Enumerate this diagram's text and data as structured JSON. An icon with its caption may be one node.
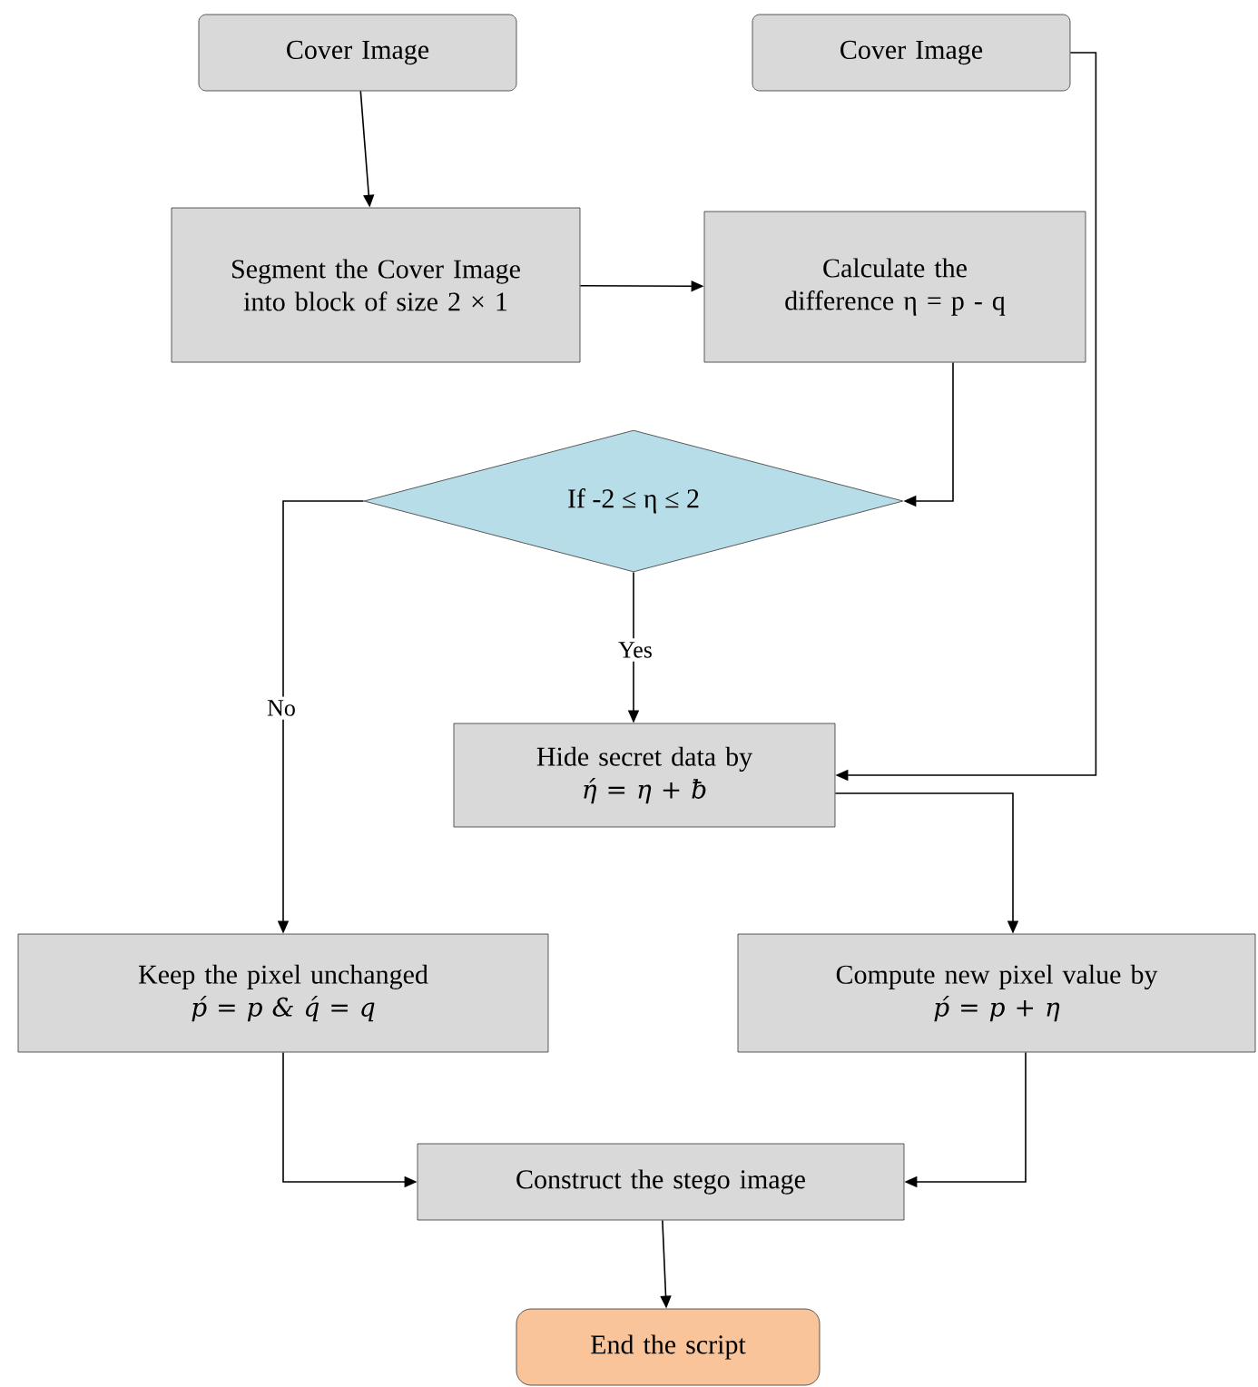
{
  "diagram": {
    "nodes": [
      {
        "text": [
          "Cover Image"
        ]
      },
      {
        "text": [
          "Cover Image"
        ]
      },
      {
        "text": [
          "Segment the Cover Image into block of size 2 × 1"
        ]
      },
      {
        "text": [
          "Calculate the difference η = p - q"
        ]
      },
      {
        "text": [
          "If -2 ≤ η ≤ 2"
        ]
      },
      {
        "text": [
          "Hide secret data by",
          "ή = η + ƀ"
        ]
      },
      {
        "text": [
          "Keep the pixel unchanged",
          "ṕ = p & q́ = q"
        ]
      },
      {
        "text": [
          "Compute new pixel value by",
          "ṕ = p + η"
        ]
      },
      {
        "text": [
          "Construct the stego image"
        ]
      },
      {
        "text": [
          "End the script"
        ]
      }
    ],
    "edges": [
      {
        "from": 0,
        "to": 2,
        "arrow": "to"
      },
      {
        "from": 2,
        "to": 3,
        "arrow": "to"
      },
      {
        "from": 3,
        "to": 4,
        "arrow": "to"
      },
      {
        "from": 1,
        "to": 5,
        "arrow": "to"
      },
      {
        "from": 4,
        "to": 5,
        "arrow": "to",
        "label": "Yes"
      },
      {
        "from": 4,
        "to": 6,
        "arrow": "to",
        "label": "No"
      },
      {
        "from": 5,
        "to": 7,
        "arrow": "to"
      },
      {
        "from": 6,
        "to": 8,
        "arrow": "to"
      },
      {
        "from": 7,
        "to": 8,
        "arrow": "to"
      },
      {
        "from": 8,
        "to": 9,
        "arrow": "to"
      }
    ]
  }
}
